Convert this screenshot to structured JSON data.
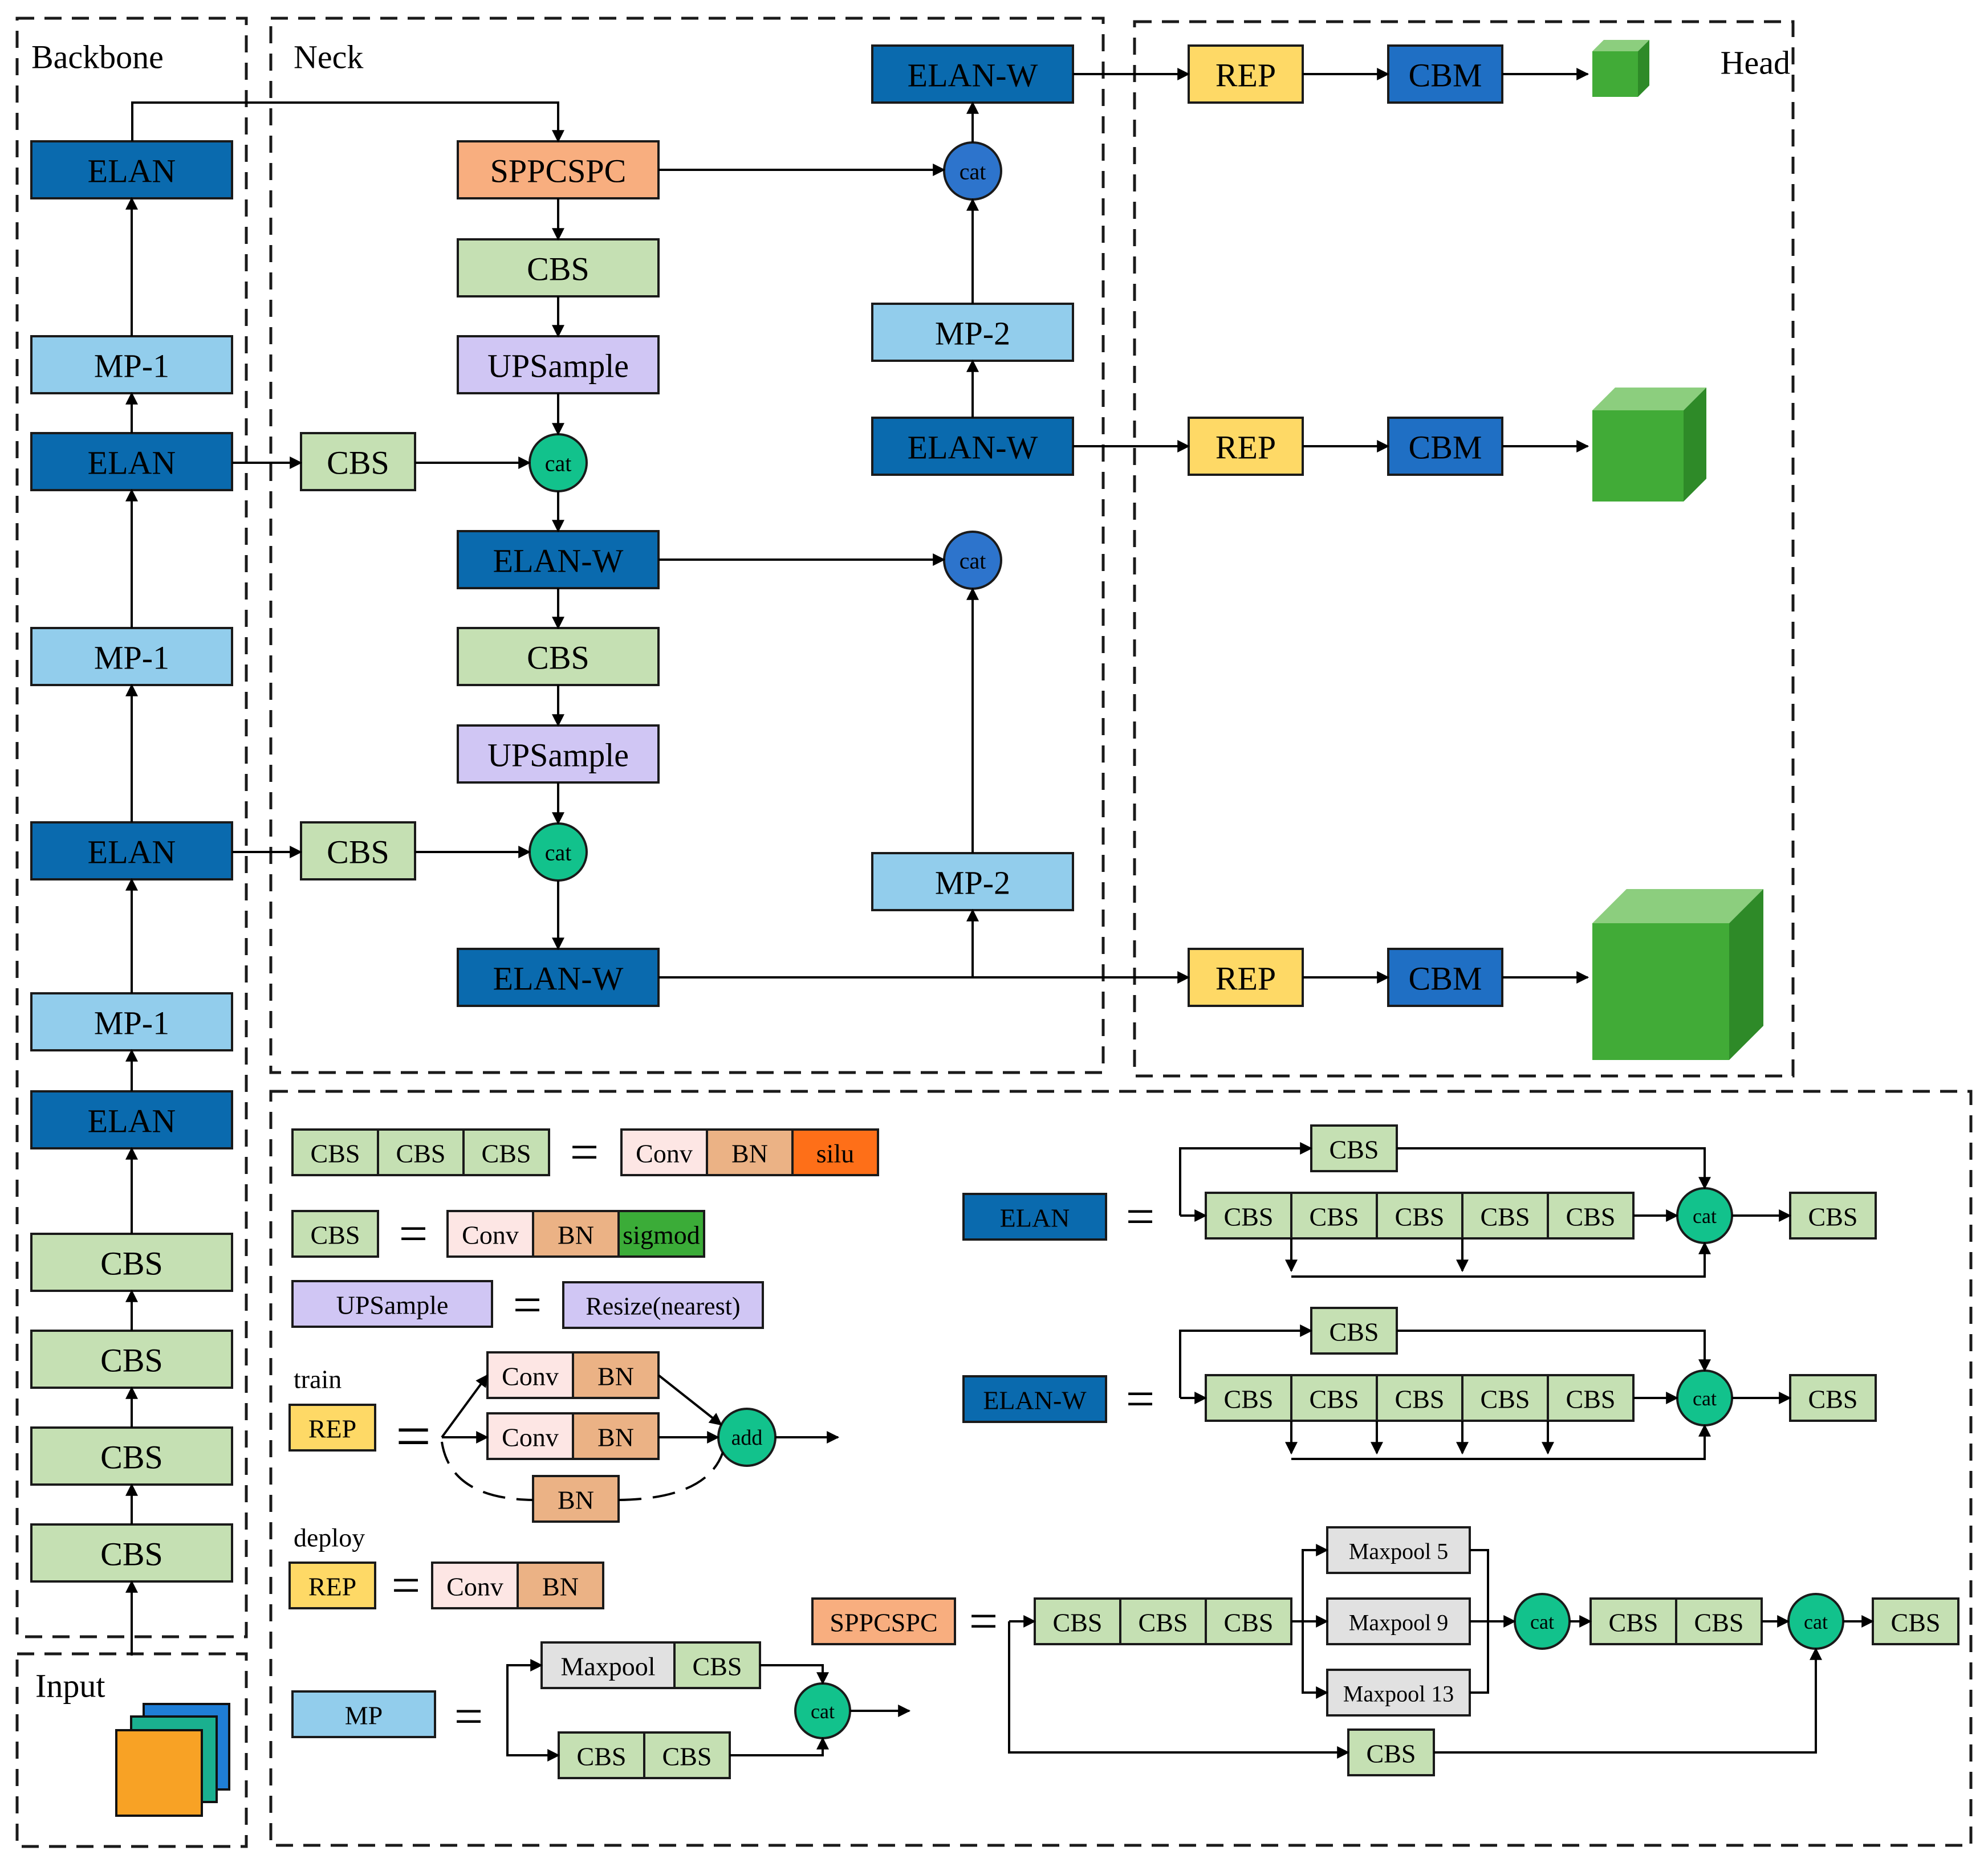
{
  "labels": {
    "backbone": "Backbone",
    "neck": "Neck",
    "head": "Head",
    "input": "Input",
    "train": "train",
    "deploy": "deploy"
  },
  "blocks": {
    "elan": "ELAN",
    "elan_w": "ELAN-W",
    "mp1": "MP-1",
    "mp2": "MP-2",
    "mp": "MP",
    "cbs": "CBS",
    "cbm": "CBM",
    "rep": "REP",
    "sppcspc": "SPPCSPC",
    "upsample": "UPSample",
    "cat": "cat",
    "add": "add",
    "conv": "Conv",
    "bn": "BN",
    "silu": "silu",
    "sigmod": "sigmod",
    "resize": "Resize(nearest)",
    "maxpool": "Maxpool",
    "maxpool5": "Maxpool 5",
    "maxpool9": "Maxpool 9",
    "maxpool13": "Maxpool 13",
    "equals": "="
  },
  "colors": {
    "elan": "#0a6aae",
    "mp": "#92cdec",
    "cbs": "#c5e0b3",
    "sppcspc": "#f8ae7f",
    "upsample": "#d0c6f4",
    "rep": "#fed966",
    "cbm": "#1f6fc4",
    "cat_green": "#12c28c",
    "cat_blue": "#2d74cc",
    "conv": "#fde6e4",
    "bn": "#ebb285",
    "silu": "#fe6f18",
    "sigmod": "#3bac38",
    "maxpool": "#e1e1e1",
    "cube": "#41ab37"
  }
}
